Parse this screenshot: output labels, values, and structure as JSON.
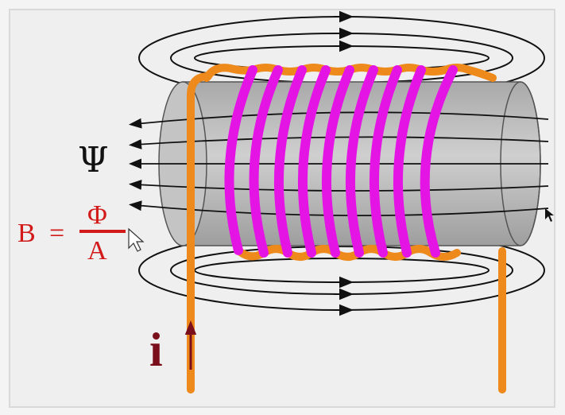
{
  "labels": {
    "flux_linkage_symbol": "Ψ",
    "flux_density_lhs": "B",
    "equals_sign": "=",
    "numerator": "Φ",
    "denominator": "A",
    "current_symbol": "i"
  },
  "colors": {
    "background": "#f4f4f4",
    "frame": "#d9d9d9",
    "core": "#bdbdbd",
    "winding_front": "#e414e4",
    "wire": "#ee8a1c",
    "field_lines": "#111111",
    "formula": "#d21a1a",
    "current": "#7a0f1b"
  },
  "icons": [
    "field-arrow-icon",
    "current-arrow-icon",
    "mouse-pointer-icon"
  ]
}
